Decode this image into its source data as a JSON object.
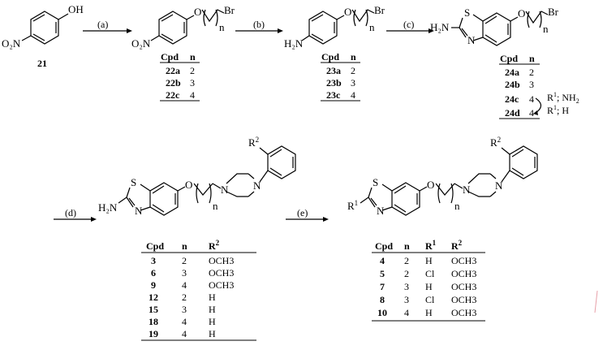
{
  "atoms": {
    "oh": "OH",
    "o": "O",
    "o2n": "O₂N",
    "h2n": "H₂N",
    "br": "Br",
    "s": "S",
    "n": "N",
    "sub_n": "n",
    "r1": "R",
    "r1_sup": "1",
    "r2": "R",
    "r2_sup": "2",
    "r1_nh2": "R",
    "r1_nh2_rest": "; NH",
    "r1_h": "R",
    "r1_h_rest": "; H"
  },
  "compounds": {
    "start": "21"
  },
  "steps": [
    "(a)",
    "(b)",
    "(c)",
    "(d)",
    "(e)"
  ],
  "tables": {
    "t22": {
      "headers": [
        "Cpd",
        "n"
      ],
      "rows": [
        [
          "22a",
          "2"
        ],
        [
          "22b",
          "3"
        ],
        [
          "22c",
          "4"
        ]
      ]
    },
    "t23": {
      "headers": [
        "Cpd",
        "n"
      ],
      "rows": [
        [
          "23a",
          "2"
        ],
        [
          "23b",
          "3"
        ],
        [
          "23c",
          "4"
        ]
      ]
    },
    "t24": {
      "headers": [
        "Cpd",
        "n"
      ],
      "rows": [
        [
          "24a",
          "2"
        ],
        [
          "24b",
          "3"
        ],
        [
          "24c",
          "4"
        ],
        [
          "24d",
          "4"
        ]
      ]
    },
    "t_d": {
      "headers": [
        "Cpd",
        "n",
        "R",
        "2"
      ],
      "rows": [
        [
          "3",
          "2",
          "OCH3"
        ],
        [
          "6",
          "3",
          "OCH3"
        ],
        [
          "9",
          "4",
          "OCH3"
        ],
        [
          "12",
          "2",
          "H"
        ],
        [
          "15",
          "3",
          "H"
        ],
        [
          "18",
          "4",
          "H"
        ],
        [
          "19",
          "4",
          "H"
        ]
      ]
    },
    "t_e": {
      "headers": [
        "Cpd",
        "n",
        "R",
        "1",
        "R",
        "2"
      ],
      "rows": [
        [
          "4",
          "2",
          "H",
          "OCH3"
        ],
        [
          "5",
          "2",
          "Cl",
          "OCH3"
        ],
        [
          "7",
          "3",
          "H",
          "OCH3"
        ],
        [
          "8",
          "3",
          "Cl",
          "OCH3"
        ],
        [
          "10",
          "4",
          "H",
          "OCH3"
        ]
      ]
    }
  }
}
